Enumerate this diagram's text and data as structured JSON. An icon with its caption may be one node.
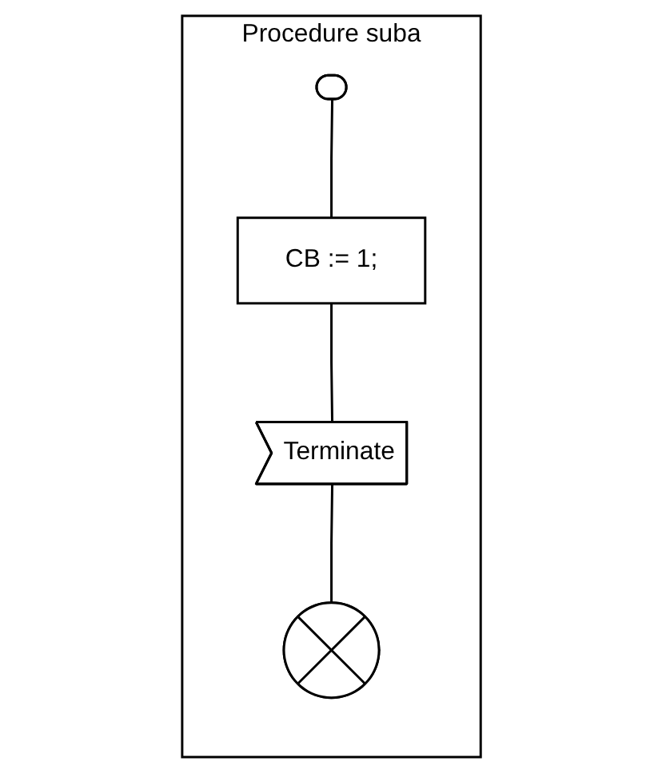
{
  "diagram": {
    "nodes": [
      {
        "text": [
          "Procedure suba"
        ]
      },
      {
        "text": [],
        "shape": "stadium",
        "in": 0
      },
      {
        "text": [
          "CB := 1;"
        ],
        "in": 0
      },
      {
        "text": [
          "Terminate"
        ],
        "in": 0
      },
      {
        "text": [],
        "shape": "circle",
        "in": 0
      }
    ],
    "edges": [
      {
        "from": 1,
        "to": 2,
        "arrow": "none"
      },
      {
        "from": 2,
        "to": 3,
        "arrow": "none"
      },
      {
        "from": 3,
        "to": 4,
        "arrow": "none"
      }
    ]
  }
}
